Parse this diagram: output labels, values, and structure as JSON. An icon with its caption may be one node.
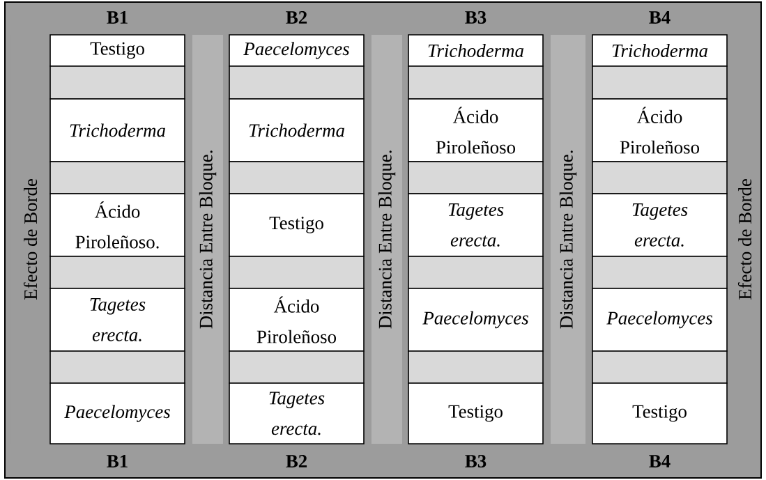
{
  "diagram": {
    "nodes": [
      {
        "text": [
          "Efecto de Borde"
        ]
      },
      {
        "text": [
          "Testigo"
        ]
      },
      {
        "text": [],
        "shape": "box"
      },
      {
        "text": [
          "Trichoderma"
        ]
      },
      {
        "text": [],
        "shape": "box"
      },
      {
        "text": [
          "Ácido Piroleñoso."
        ]
      },
      {
        "text": [],
        "shape": "box"
      },
      {
        "text": [
          "Tagetes erecta."
        ]
      },
      {
        "text": [],
        "shape": "box"
      },
      {
        "text": [
          "Paecelomyces"
        ]
      },
      {
        "text": [
          "Distancia Entre Bloque."
        ]
      },
      {
        "text": [
          "Paecelomyces"
        ]
      },
      {
        "text": [],
        "shape": "box"
      },
      {
        "text": [
          "Trichoderma"
        ]
      },
      {
        "text": [],
        "shape": "box"
      },
      {
        "text": [
          "Testigo"
        ]
      },
      {
        "text": [],
        "shape": "box"
      },
      {
        "text": [
          "Ácido Piroleñoso"
        ]
      },
      {
        "text": [],
        "shape": "box"
      },
      {
        "text": [
          "Tagetes erecta."
        ]
      },
      {
        "text": [
          "Distancia Entre Bloque."
        ]
      },
      {
        "text": [
          "Trichoderma"
        ]
      },
      {
        "text": [],
        "shape": "box"
      },
      {
        "text": [
          "Ácido Piroleñoso"
        ]
      },
      {
        "text": [],
        "shape": "box"
      },
      {
        "text": [
          "Tagetes erecta."
        ]
      },
      {
        "text": [],
        "shape": "box"
      },
      {
        "text": [
          "Paecelomyces"
        ]
      },
      {
        "text": [],
        "shape": "box"
      },
      {
        "text": [
          "Testigo"
        ]
      },
      {
        "text": [
          "Distancia Entre Bloque."
        ]
      },
      {
        "text": [
          "Trichoderma"
        ]
      },
      {
        "text": [],
        "shape": "box"
      },
      {
        "text": [
          "Ácido Piroleñoso"
        ]
      },
      {
        "text": [],
        "shape": "box"
      },
      {
        "text": [
          "Tagetes erecta."
        ]
      },
      {
        "text": [],
        "shape": "box"
      },
      {
        "text": [
          "Paecelomyces"
        ]
      },
      {
        "text": [],
        "shape": "box"
      },
      {
        "text": [
          "Testigo"
        ]
      },
      {
        "text": [
          "Efecto de Borde"
        ]
      }
    ],
    "labels": [
      "B1",
      "B2",
      "B3",
      "B4",
      "B1",
      "B2",
      "B3",
      "B4"
    ]
  }
}
